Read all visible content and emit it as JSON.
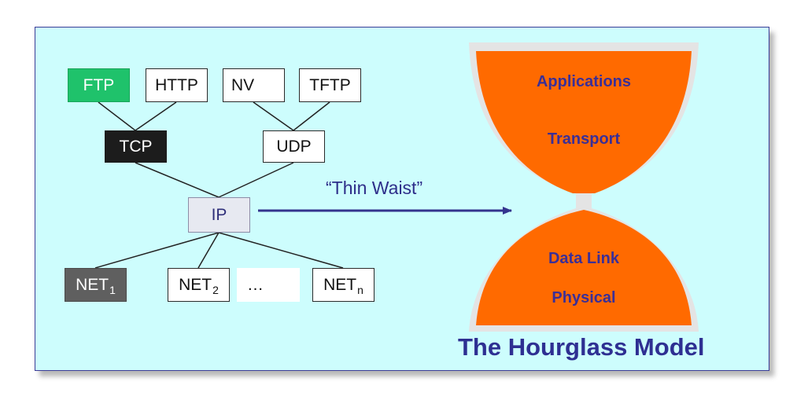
{
  "protocols": {
    "ftp": "FTP",
    "http": "HTTP",
    "nv": "NV",
    "tftp": "TFTP",
    "tcp": "TCP",
    "udp": "UDP",
    "ip": "IP"
  },
  "networks": {
    "net1": {
      "base": "NET",
      "sub": "1"
    },
    "net2": {
      "base": "NET",
      "sub": "2"
    },
    "ellipsis": "…",
    "netn": {
      "base": "NET",
      "sub": "n"
    }
  },
  "arrow_label": "“Thin Waist”",
  "hourglass": {
    "top_layers": [
      "Applications",
      "Transport"
    ],
    "bottom_layers": [
      "Data Link",
      "Physical"
    ]
  },
  "title": "The Hourglass Model",
  "colors": {
    "panel": "#cdfdfd",
    "ftp": "#1fc26b",
    "tcp": "#1c1c1c",
    "net1": "#5f5f5f",
    "hourglass_fill": "#ff6a00",
    "hourglass_rim": "#e4e4e4",
    "label_blue": "#3a2f97"
  }
}
